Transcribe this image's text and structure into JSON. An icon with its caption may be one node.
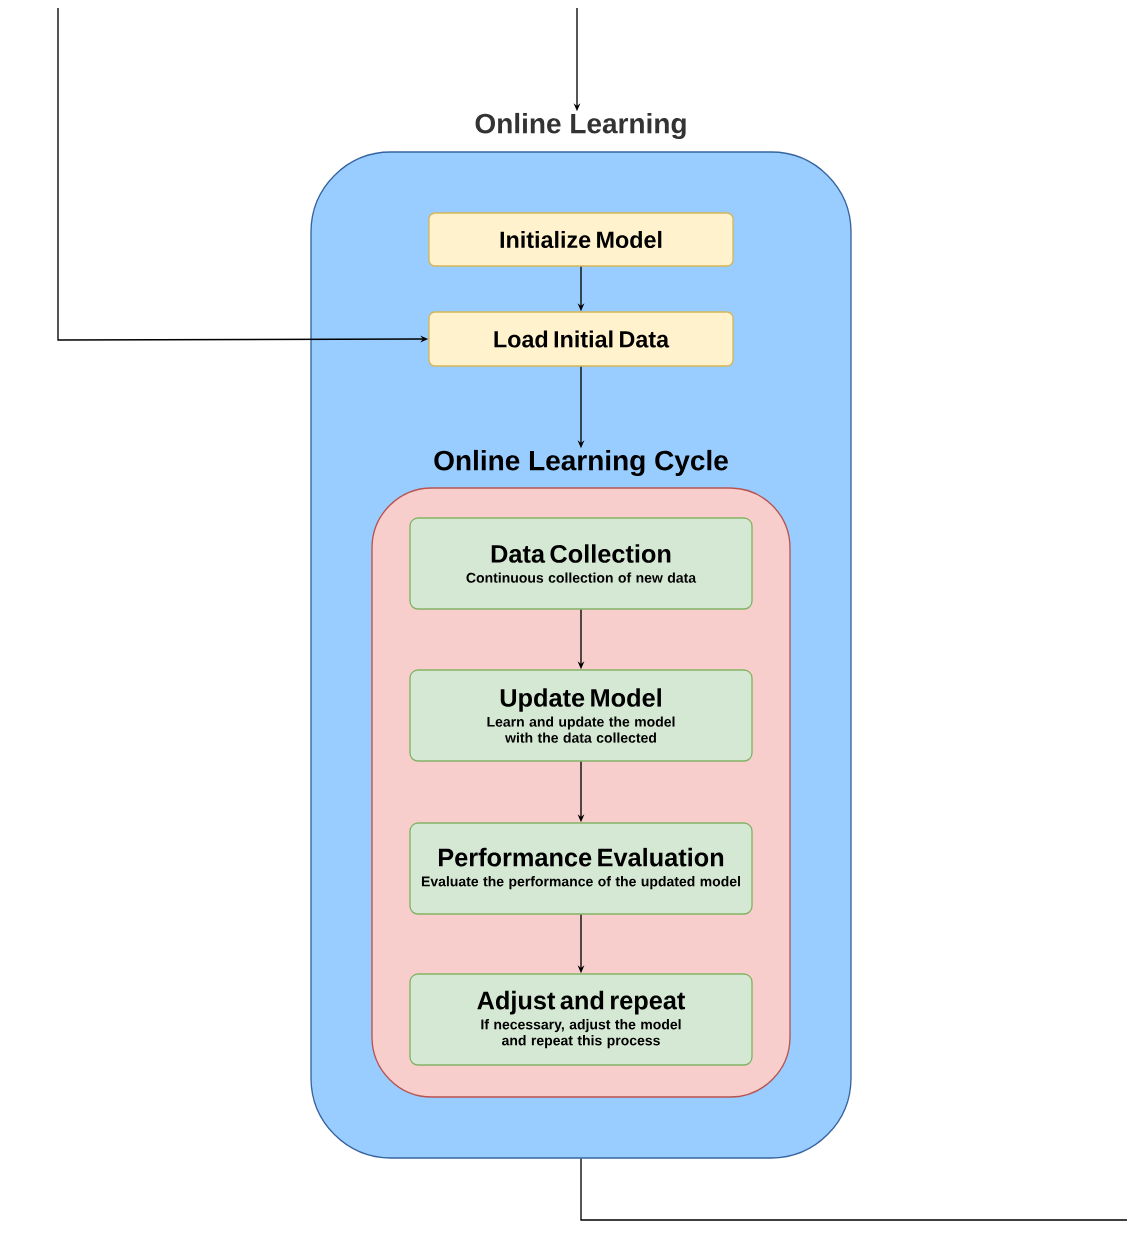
{
  "diagram": {
    "nodes": [
      {
        "text": [
          "Online Learning"
        ]
      },
      {
        "text": [
          "Initialize Model"
        ],
        "in": 0
      },
      {
        "text": [
          "Load Initial Data"
        ],
        "in": 0
      },
      {
        "text": [
          "Online Learning Cycle"
        ],
        "in": 0
      },
      {
        "text": [
          "Data Collection",
          "Continuous collection of new data"
        ],
        "in": 3
      },
      {
        "text": [
          "Update Model",
          "Learn and update the model with the data collected"
        ],
        "in": 3
      },
      {
        "text": [
          "Performance Evaluation",
          "Evaluate the performance of the updated model"
        ],
        "in": 3
      },
      {
        "text": [
          "Adjust and repeat",
          "If necessary, adjust the model and repeat this process"
        ],
        "in": 3
      }
    ],
    "edges": [
      {
        "from": null,
        "to": 0,
        "arrow": "to"
      },
      {
        "from": null,
        "to": 2,
        "arrow": "to"
      },
      {
        "from": 1,
        "to": 2,
        "arrow": "to"
      },
      {
        "from": 2,
        "to": 3,
        "arrow": "to"
      },
      {
        "from": 4,
        "to": 5,
        "arrow": "to"
      },
      {
        "from": 5,
        "to": 6,
        "arrow": "to"
      },
      {
        "from": 6,
        "to": 7,
        "arrow": "to"
      },
      {
        "from": 0,
        "to": null,
        "arrow": "none"
      }
    ]
  }
}
